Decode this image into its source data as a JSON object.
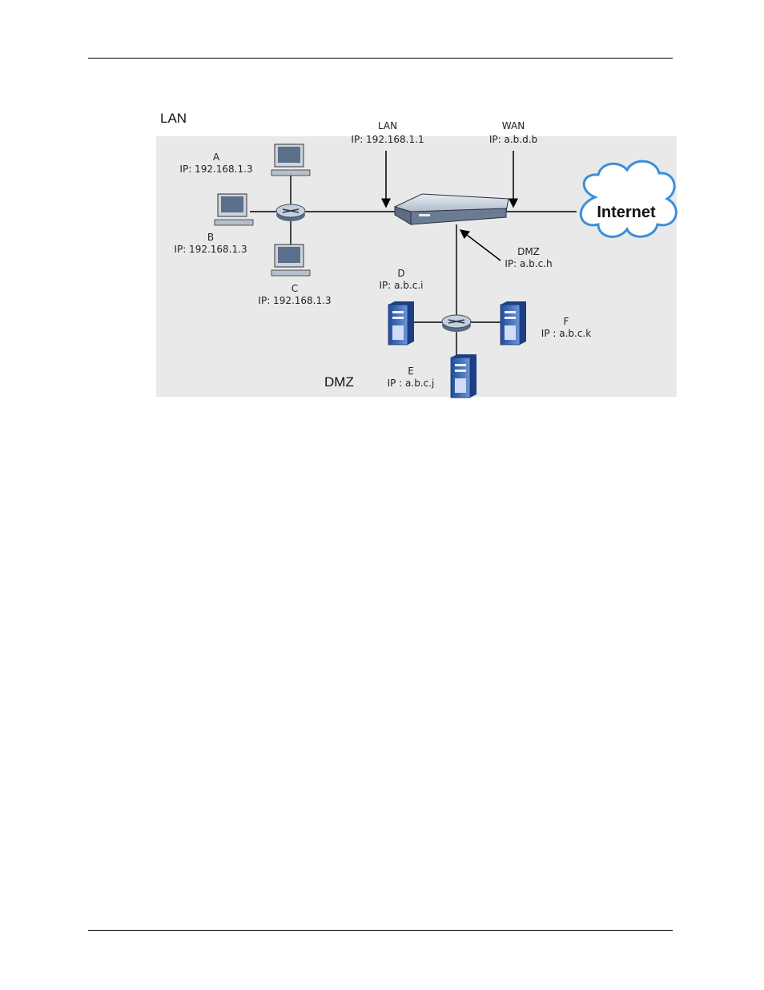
{
  "zones": {
    "lan": "LAN",
    "dmz": "DMZ"
  },
  "router": {
    "lan_label": "LAN",
    "lan_ip": "IP: 192.168.1.1",
    "wan_label": "WAN",
    "wan_ip": "IP: a.b.d.b",
    "dmz_label": "DMZ",
    "dmz_ip": "IP: a.b.c.h"
  },
  "internet": "Internet",
  "lan_hosts": [
    {
      "name": "A",
      "ip": "IP: 192.168.1.3"
    },
    {
      "name": "B",
      "ip": "IP: 192.168.1.3"
    },
    {
      "name": "C",
      "ip": "IP: 192.168.1.3"
    }
  ],
  "dmz_hosts": [
    {
      "name": "D",
      "ip": "IP: a.b.c.i"
    },
    {
      "name": "E",
      "ip": "IP : a.b.c.j"
    },
    {
      "name": "F",
      "ip": "IP : a.b.c.k"
    }
  ],
  "colors": {
    "background": "#e9e9e9",
    "link": "#000000",
    "device": "#7f8fa4",
    "server": "#2f5fb4",
    "cloud_stroke": "#3a8fd8",
    "cloud_fill": "#ffffff"
  }
}
